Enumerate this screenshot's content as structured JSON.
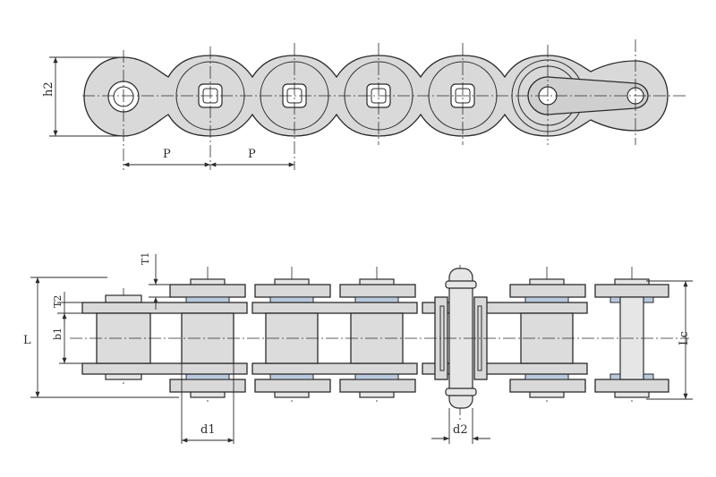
{
  "labels": {
    "h2": "h2",
    "p1": "P",
    "p2": "P",
    "t1": "T1",
    "t2": "T2",
    "l": "L",
    "b1": "b1",
    "lc": "Lc",
    "d1": "d1",
    "d2": "d2"
  },
  "colors": {
    "plate": "#d9d9d9",
    "washer": "#b9c9dd",
    "outline": "#2b2b2b"
  }
}
